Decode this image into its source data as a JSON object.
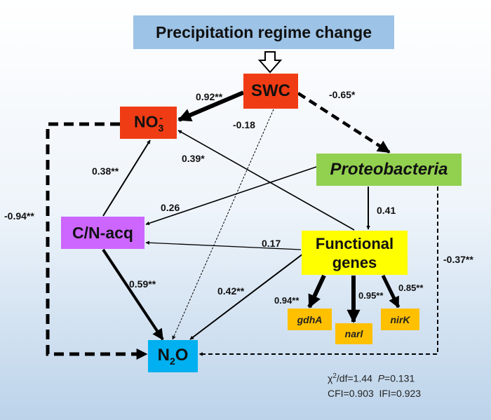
{
  "nodes": {
    "title": "Precipitation regime change",
    "swc": "SWC",
    "no3": {
      "base": "NO",
      "sub": "3",
      "sup": "-"
    },
    "proteobacteria": "Proteobacteria",
    "cn_acq": "C/N-acq",
    "functional_genes": {
      "line1": "Functional",
      "line2": "genes"
    },
    "gdha": "gdhA",
    "narl": "narl",
    "nirk": "nirK",
    "n2o": {
      "base": "N",
      "sub": "2",
      "tail": "O"
    }
  },
  "paths": {
    "swc_no3": "0.92**",
    "swc_n2o": "-0.18",
    "swc_proteo": "-0.65*",
    "fg_no3": "0.39*",
    "cn_no3": "0.38**",
    "no3_n2o": "-0.94**",
    "proteo_cn": "0.26",
    "proteo_fg": "0.41",
    "fg_cn": "0.17",
    "cn_n2o": "0.59**",
    "fg_n2o": "0.42**",
    "fg_gdha": "0.94**",
    "fg_narl": "0.95**",
    "fg_nirk": "0.85**",
    "proteo_n2o": "-0.37**"
  },
  "fit": {
    "chi_symbol": "χ",
    "chi_sup": "2",
    "chi_text": "/df=1.44",
    "p_label": "P",
    "p_text": "=0.131",
    "line2": "CFI=0.903  IFI=0.923"
  }
}
